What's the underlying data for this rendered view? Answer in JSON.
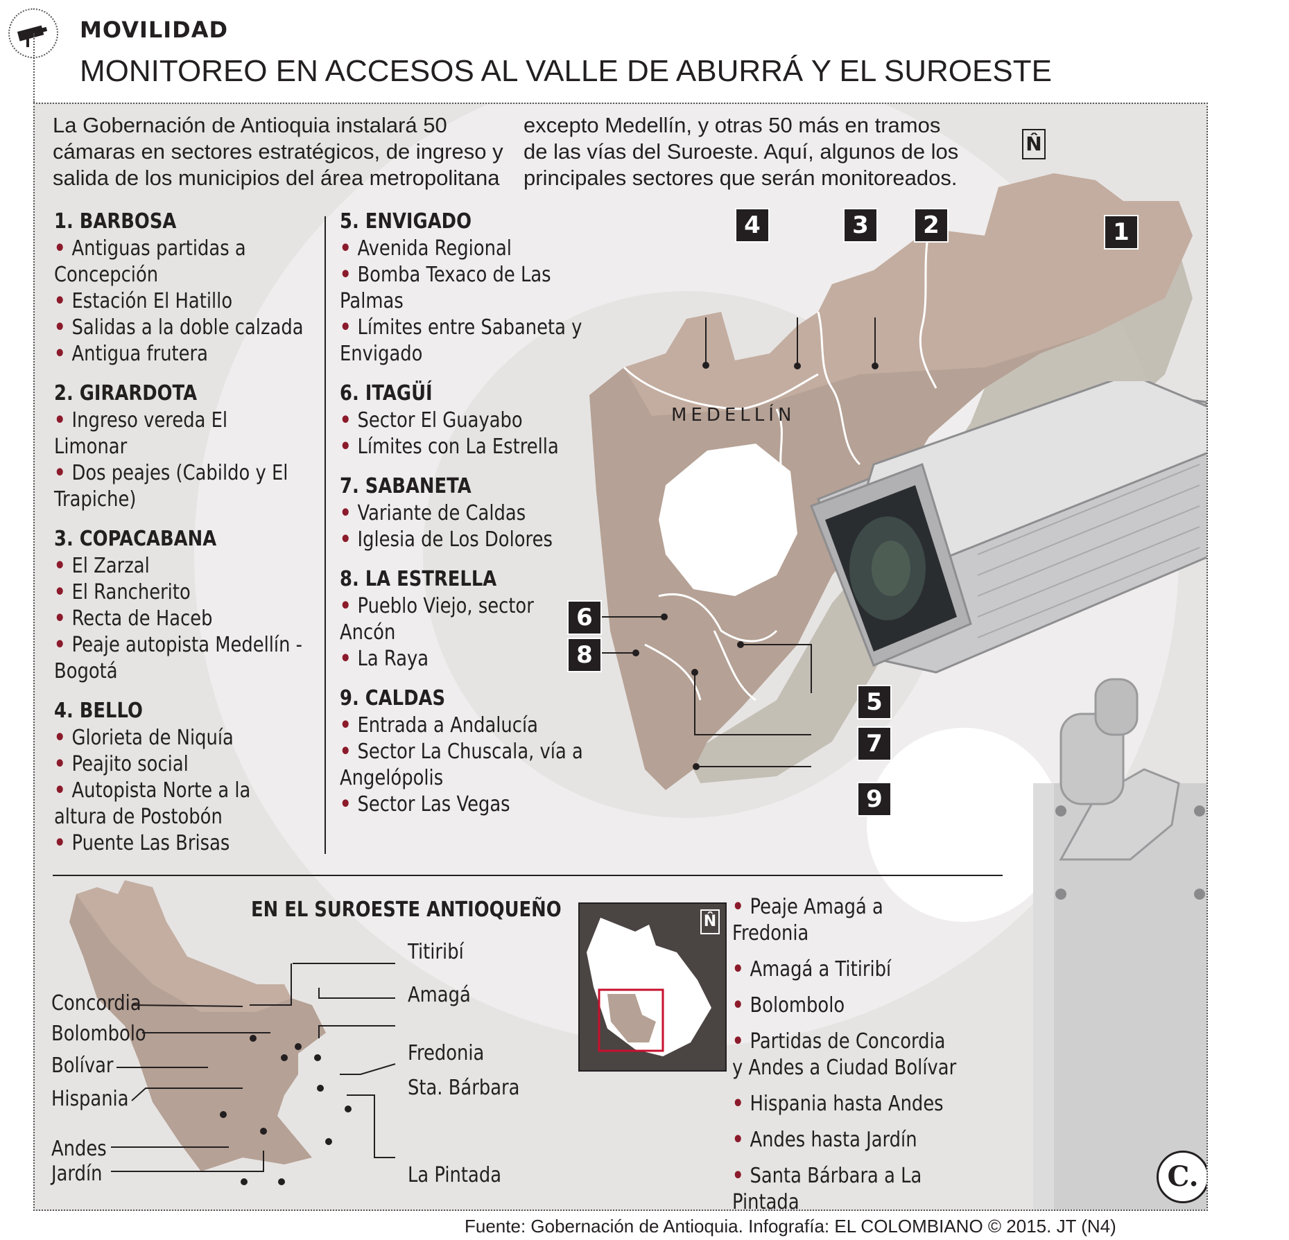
{
  "header": {
    "section": "MOVILIDAD",
    "title": "MONITOREO EN ACCESOS AL VALLE DE ABURRÁ Y EL SUROESTE"
  },
  "intro": {
    "left": "La Gobernación de Antioquia instalará 50 cámaras en sectores estratégicos, de ingreso y salida de los municipios del área metropolitana",
    "right": "excepto Medellín, y otras 50 más en tramos de las vías del Suroeste. Aquí, algunos de los principales sectores que serán monitoreados."
  },
  "north_symbol": "N̂",
  "groups_left": [
    {
      "title": "1. BARBOSA",
      "items": [
        "Antiguas partidas a Concepción",
        "Estación El Hatillo",
        "Salidas a la doble calzada",
        "Antigua frutera"
      ]
    },
    {
      "title": "2. GIRARDOTA",
      "items": [
        "Ingreso vereda El Limonar",
        "Dos peajes (Cabildo y El Trapiche)"
      ]
    },
    {
      "title": "3. COPACABANA",
      "items": [
        "El Zarzal",
        "El Rancherito",
        "Recta de Haceb",
        "Peaje autopista Medellín - Bogotá"
      ]
    },
    {
      "title": "4. BELLO",
      "items": [
        "Glorieta de Niquía",
        "Peajito social",
        "Autopista Norte a la altura de Postobón",
        "Puente Las Brisas"
      ]
    }
  ],
  "groups_right": [
    {
      "title": "5. ENVIGADO",
      "items": [
        "Avenida Regional",
        "Bomba Texaco de Las Palmas",
        "Límites entre Sabaneta y Envigado"
      ]
    },
    {
      "title": "6. ITAGÜÍ",
      "items": [
        "Sector El Guayabo",
        "Límites con La Estrella"
      ]
    },
    {
      "title": "7. SABANETA",
      "items": [
        "Variante de Caldas",
        "Iglesia de Los Dolores"
      ]
    },
    {
      "title": "8. LA ESTRELLA",
      "items": [
        "Pueblo Viejo, sector Ancón",
        "La Raya"
      ]
    },
    {
      "title": "9. CALDAS",
      "items": [
        "Entrada a Andalucía",
        "Sector La Chuscala, vía a Angelópolis",
        "Sector Las Vegas"
      ]
    }
  ],
  "map": {
    "city_label": "MEDELLÍN",
    "markers": [
      "1",
      "2",
      "3",
      "4",
      "5",
      "6",
      "7",
      "8",
      "9"
    ]
  },
  "southwest": {
    "title": "EN EL SUROESTE ANTIOQUEÑO",
    "towns_left": [
      "Concordia",
      "Bolombolo",
      "Bolívar",
      "Hispania",
      "Andes",
      "Jardín"
    ],
    "towns_right": [
      "Titiribí",
      "Amagá",
      "Fredonia",
      "Sta. Bárbara",
      "La Pintada"
    ],
    "items": [
      "Peaje Amagá a Fredonia",
      "Amagá a Titiribí",
      "Bolombolo",
      "Partidas de Concordia y Andes a Ciudad Bolívar",
      "Hispania hasta Andes",
      "Andes hasta Jardín",
      "Santa Bárbara a La Pintada"
    ]
  },
  "footer": {
    "source": "Fuente: Gobernación de Antioquia. Infografía: EL COLOMBIANO © 2015. JT (N4)",
    "logo": "C."
  },
  "colors": {
    "accent": "#8b1a2b",
    "map_fill": "#b5a195",
    "map_fill_light": "#cdb8aa",
    "background": "#e6e4e3",
    "dark": "#231f20"
  }
}
